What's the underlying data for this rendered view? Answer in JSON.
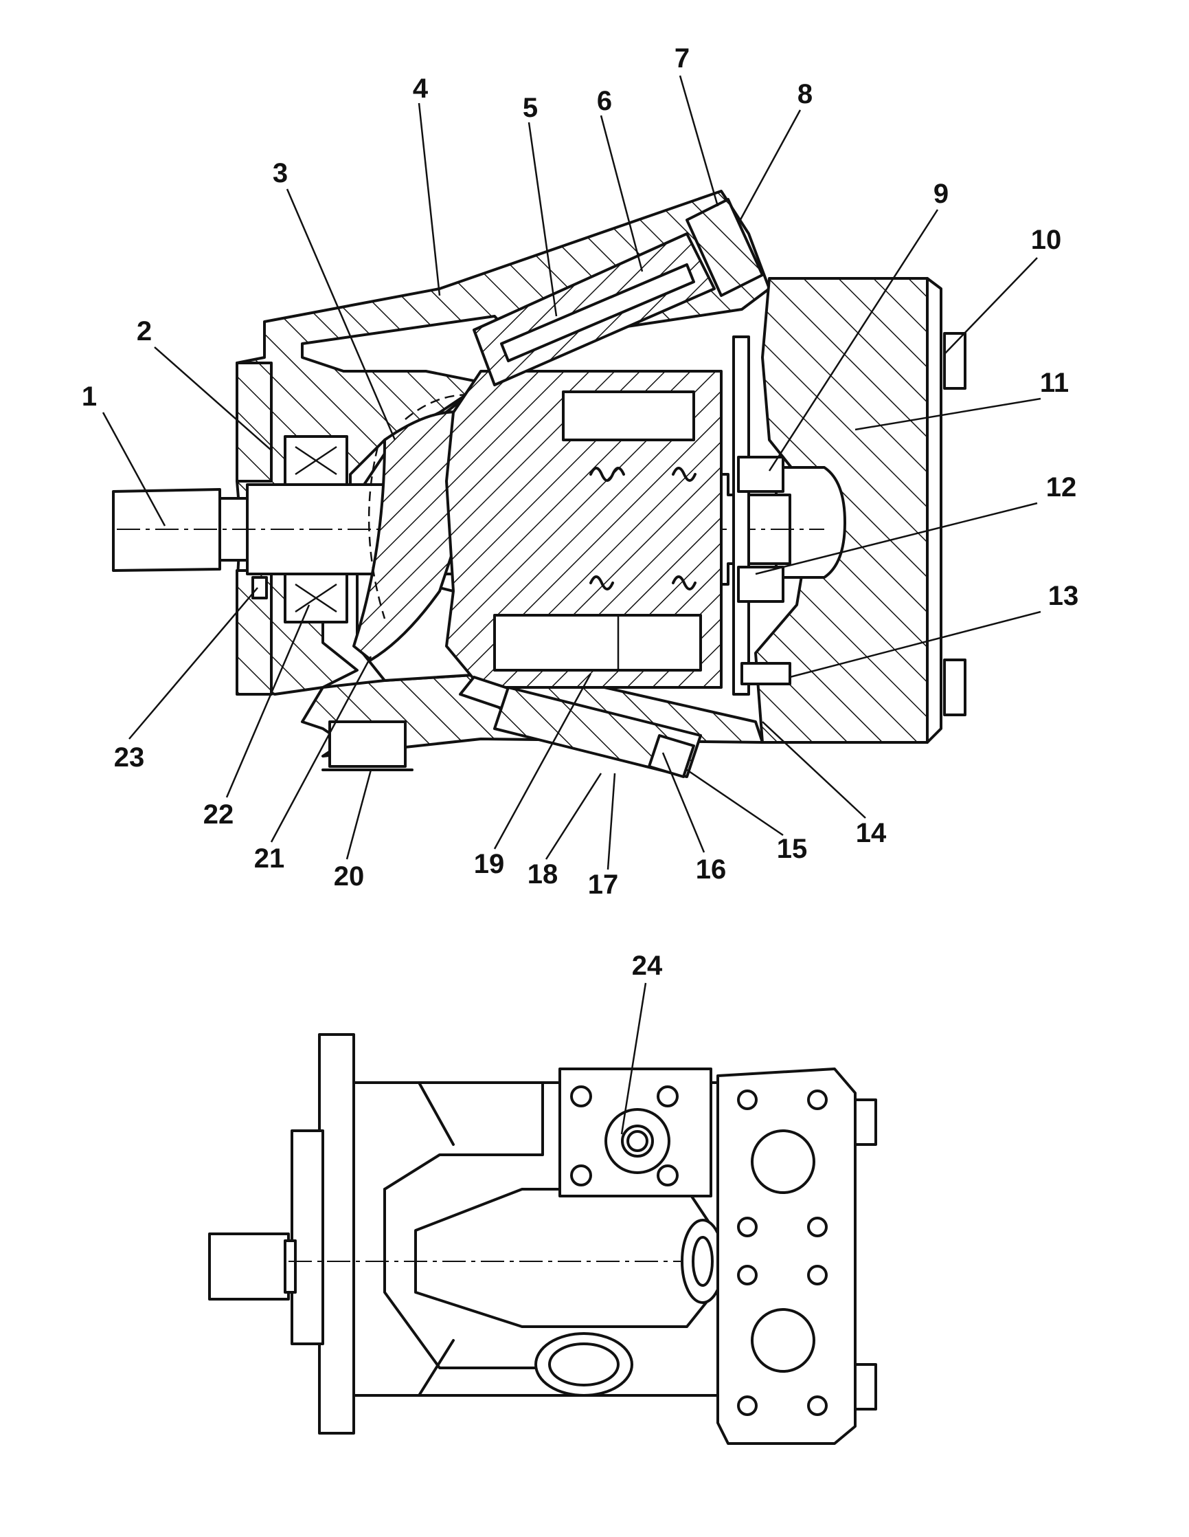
{
  "callouts": [
    {
      "n": "1"
    },
    {
      "n": "2"
    },
    {
      "n": "3"
    },
    {
      "n": "4"
    },
    {
      "n": "5"
    },
    {
      "n": "6"
    },
    {
      "n": "7"
    },
    {
      "n": "8"
    },
    {
      "n": "9"
    },
    {
      "n": "10"
    },
    {
      "n": "11"
    },
    {
      "n": "12"
    },
    {
      "n": "13"
    },
    {
      "n": "14"
    },
    {
      "n": "15"
    },
    {
      "n": "16"
    },
    {
      "n": "17"
    },
    {
      "n": "18"
    },
    {
      "n": "19"
    },
    {
      "n": "20"
    },
    {
      "n": "21"
    },
    {
      "n": "22"
    },
    {
      "n": "23"
    },
    {
      "n": "24"
    }
  ]
}
